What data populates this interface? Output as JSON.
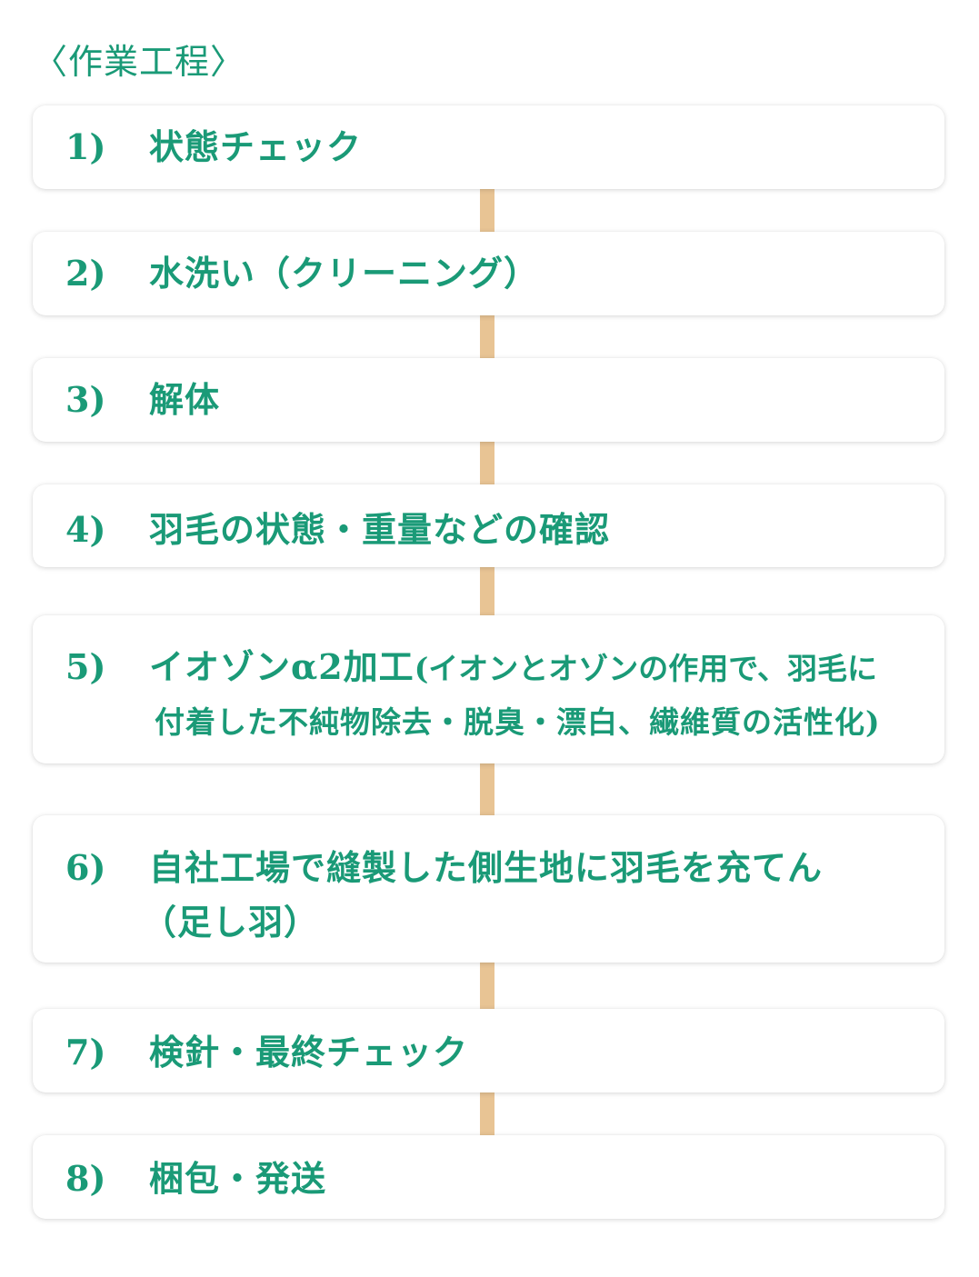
{
  "title": "〈作業工程〉",
  "steps": [
    {
      "num": "1)",
      "text": "状態チェック"
    },
    {
      "num": "2)",
      "text": "水洗い（クリーニング）"
    },
    {
      "num": "3)",
      "text": "解体"
    },
    {
      "num": "4)",
      "text": "羽毛の状態・重量などの確認"
    },
    {
      "num": "5)",
      "text": "イオゾンα2加工",
      "sub": "(イオンとオゾンの作用で、羽毛に",
      "line2": "付着した不純物除去・脱臭・漂白、繊維質の活性化)"
    },
    {
      "num": "6)",
      "text": "自社工場で縫製した側生地に羽毛を充てん",
      "line2": "（足し羽）"
    },
    {
      "num": "7)",
      "text": "検針・最終チェック"
    },
    {
      "num": "8)",
      "text": "梱包・発送"
    }
  ],
  "colors": {
    "text": "#1a9a77",
    "connector": "#e8c494",
    "card_bg": "#ffffff"
  }
}
